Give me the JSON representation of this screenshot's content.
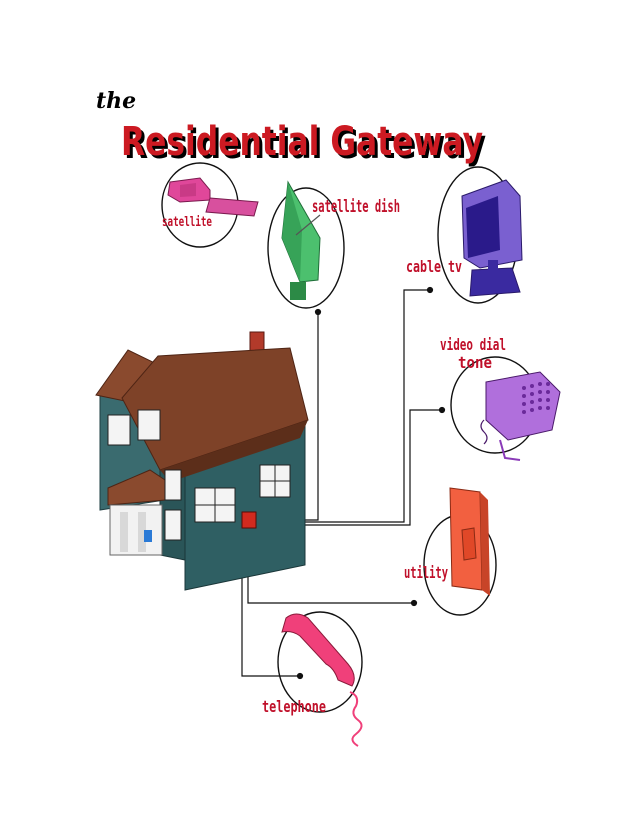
{
  "title": {
    "prefix": "the",
    "main": "Residential Gateway"
  },
  "devices": {
    "satellite": "satellite",
    "satellite_dish": "satellite dish",
    "cable_tv": "cable tv",
    "video_dial_tone_line1": "video dial",
    "video_dial_tone_line2": "tone",
    "utility": "utility",
    "telephone": "telephone"
  },
  "colors": {
    "title_red": "#cc1a22",
    "label_red": "#c0102a",
    "line": "#111111",
    "house_wall": "#2f5f63",
    "house_roof": "#8a4a2e",
    "satellite_pink": "#e0479a",
    "dish_green": "#4cc06e",
    "tv_purple": "#6a4fc0",
    "video_violet": "#b06fdc",
    "utility_orange": "#f26040",
    "phone_pink": "#f0407a"
  }
}
